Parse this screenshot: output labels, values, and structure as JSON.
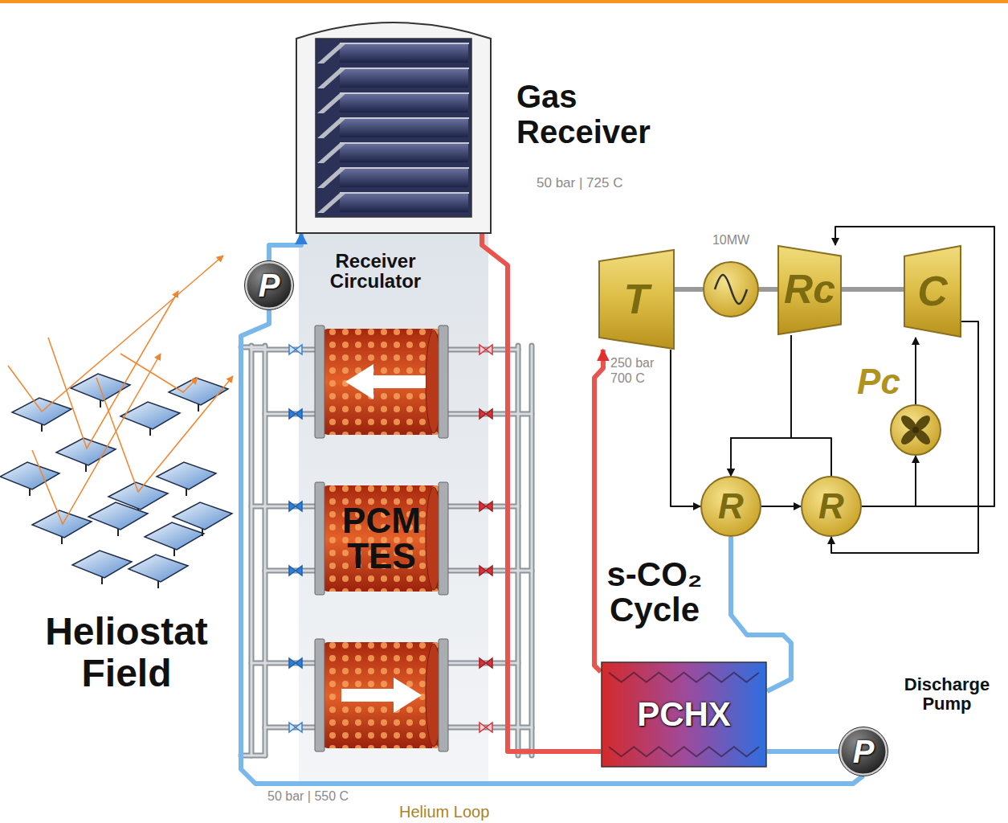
{
  "diagram": {
    "nodes": [
      {
        "text": [
          "Gas Receiver",
          "50 bar | 725 C"
        ]
      },
      {
        "text": [
          "P",
          "Receiver Circulator"
        ]
      },
      {
        "text": [
          "PCM TES"
        ]
      },
      {
        "text": [
          "PCHX"
        ]
      },
      {
        "text": [
          "P",
          "Discharge Pump"
        ]
      },
      {
        "text": [
          "T"
        ]
      },
      {
        "text": [
          "10MW"
        ]
      },
      {
        "text": [
          "Rc"
        ]
      },
      {
        "text": [
          "C"
        ]
      },
      {
        "text": [
          "Pc"
        ]
      },
      {
        "text": [
          "R"
        ]
      },
      {
        "text": [
          "R"
        ]
      }
    ],
    "edges": [
      {
        "from": 1,
        "to": 0,
        "arrow": "to"
      },
      {
        "from": 0,
        "to": 3,
        "arrow": "none"
      },
      {
        "from": 3,
        "to": 4,
        "arrow": "none"
      },
      {
        "from": 4,
        "to": 1,
        "arrow": "none"
      },
      {
        "from": 3,
        "to": 5,
        "arrow": "to"
      },
      {
        "from": 10,
        "to": 3,
        "arrow": "none"
      },
      {
        "from": 5,
        "to": 10,
        "arrow": "to"
      },
      {
        "from": 10,
        "to": 11,
        "arrow": "to"
      },
      {
        "from": 11,
        "to": 9,
        "arrow": "to"
      },
      {
        "from": 11,
        "to": 7,
        "arrow": "to"
      },
      {
        "from": 9,
        "to": 8,
        "arrow": "to"
      },
      {
        "from": 8,
        "to": 11,
        "arrow": "to"
      },
      {
        "from": 7,
        "to": 10,
        "arrow": "to"
      },
      {
        "from": 11,
        "to": 10,
        "arrow": "to"
      },
      {
        "from": 5,
        "to": 6,
        "arrow": "none"
      },
      {
        "from": 6,
        "to": 7,
        "arrow": "none"
      },
      {
        "from": 7,
        "to": 8,
        "arrow": "none"
      }
    ],
    "labels": [
      "Heliostat Field",
      "s-CO₂ Cycle",
      "250 bar 700 C",
      "50 bar | 550 C",
      "Helium Loop"
    ]
  }
}
